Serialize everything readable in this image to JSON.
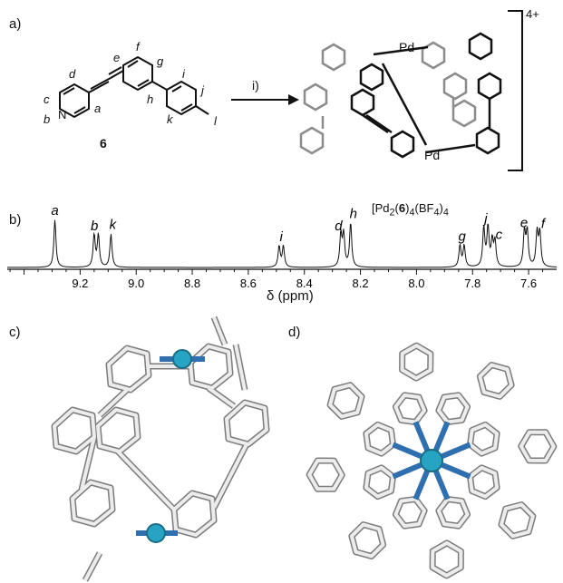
{
  "panels": {
    "a": {
      "label": "a)"
    },
    "b": {
      "label": "b)"
    },
    "c": {
      "label": "c)"
    },
    "d": {
      "label": "d)"
    }
  },
  "scheme": {
    "compound_number": "6",
    "step": "i)",
    "charge": "4+",
    "atoms": {
      "pd": "Pd",
      "n": "N"
    },
    "proton_labels": [
      "a",
      "b",
      "c",
      "d",
      "e",
      "f",
      "g",
      "h",
      "i",
      "j",
      "k",
      "l"
    ]
  },
  "spectrum": {
    "complex_label_prefix": "[Pd",
    "complex_sub1": "2",
    "complex_bold": "6",
    "complex_sub2": "4",
    "complex_mid": "(BF",
    "complex_sub3": "4",
    "complex_end": ")",
    "complex_sub4": "4",
    "xlabel": "δ (ppm)",
    "ticks": [
      "9.2",
      "9.0",
      "8.8",
      "8.6",
      "8.4",
      "8.2",
      "8.0",
      "7.8",
      "7.6"
    ],
    "xlim": [
      9.46,
      7.5
    ]
  },
  "chart_data": {
    "type": "line",
    "title": "",
    "xlabel": "δ (ppm)",
    "ylabel": "",
    "xlim": [
      9.46,
      7.5
    ],
    "x_reversed": true,
    "peaks": [
      {
        "label": "a",
        "ppm": [
          9.29
        ],
        "height": 0.95
      },
      {
        "label": "b",
        "ppm": [
          9.15,
          9.135
        ],
        "height": 0.64
      },
      {
        "label": "k",
        "ppm": [
          9.09
        ],
        "height": 0.66
      },
      {
        "label": "i",
        "ppm": [
          8.49,
          8.475
        ],
        "height": 0.42
      },
      {
        "label": "d",
        "ppm": [
          8.27,
          8.26
        ],
        "height": 0.64
      },
      {
        "label": "h",
        "ppm": [
          8.235
        ],
        "height": 0.88
      },
      {
        "label": "g",
        "ppm": [
          7.845,
          7.83
        ],
        "height": 0.43
      },
      {
        "label": "j",
        "ppm": [
          7.76,
          7.745
        ],
        "height": 0.78
      },
      {
        "label": "c",
        "ppm": [
          7.73,
          7.72
        ],
        "height": 0.5
      },
      {
        "label": "e",
        "ppm": [
          7.615,
          7.605
        ],
        "height": 0.7
      },
      {
        "label": "f",
        "ppm": [
          7.57,
          7.56
        ],
        "height": 0.68
      }
    ]
  }
}
